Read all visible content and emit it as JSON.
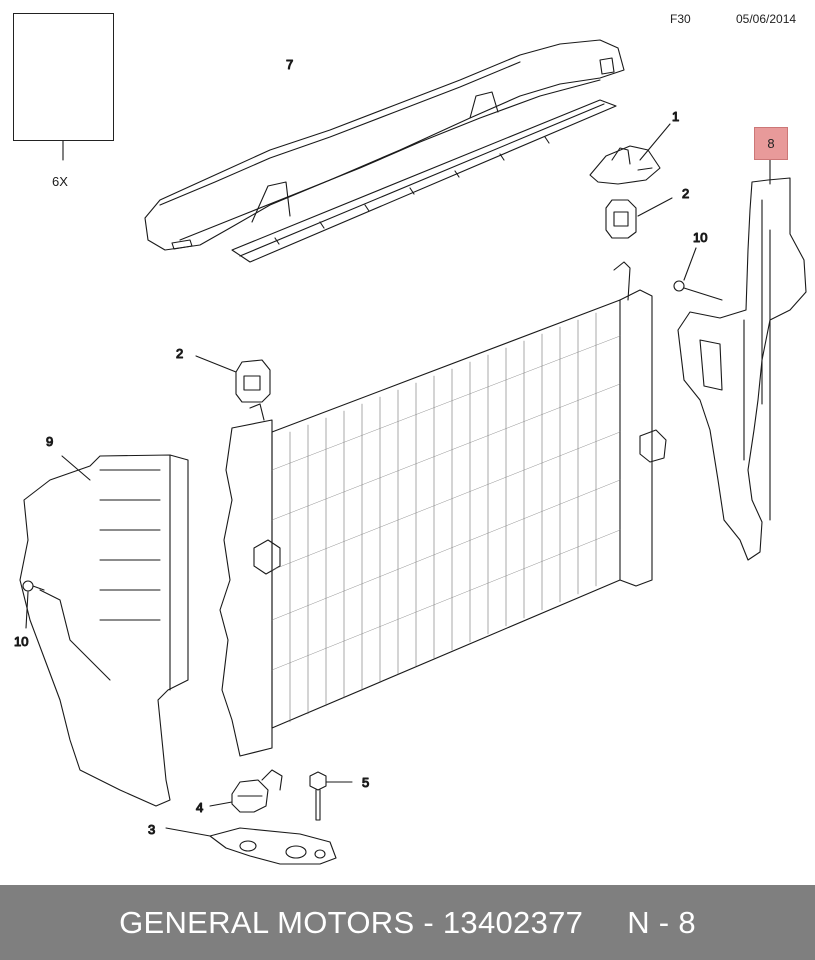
{
  "header": {
    "model_code": "F30",
    "date": "05/06/2014"
  },
  "kit": {
    "quantity_label": "6X"
  },
  "callouts": {
    "c1": "1",
    "c2a": "2",
    "c2b": "2",
    "c3": "3",
    "c4": "4",
    "c5": "5",
    "c7": "7",
    "c8": "8",
    "c9": "9",
    "c10a": "10",
    "c10b": "10"
  },
  "highlight": {
    "part": "8",
    "color": "#e89a9a"
  },
  "footer": {
    "brand_part": "GENERAL MOTORS - 13402377",
    "page": "N - 8"
  }
}
